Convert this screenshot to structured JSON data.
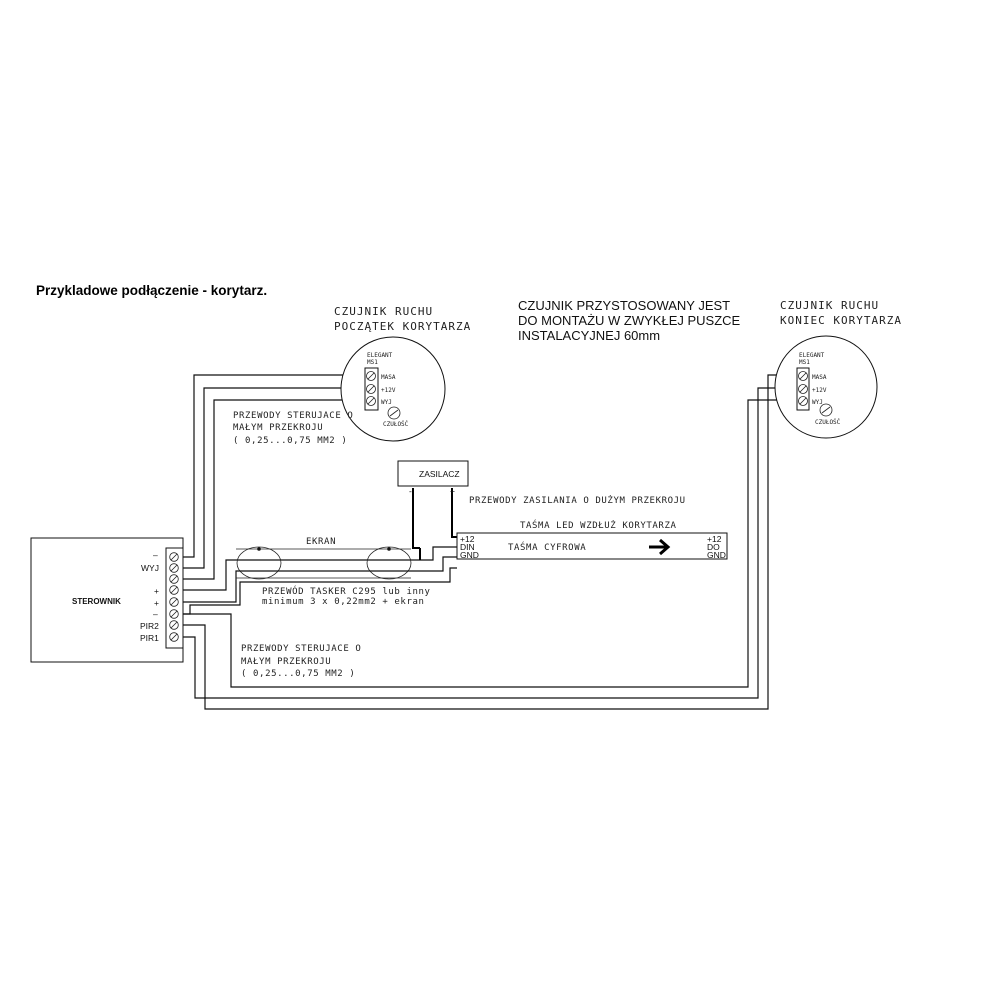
{
  "title": "Przykladowe podłączenie - korytarz.",
  "note": {
    "line1": "CZUJNIK PRZYSTOSOWANY JEST",
    "line2": "DO MONTAŻU W ZWYKŁEJ PUSZCE",
    "line3": "INSTALACYJNEJ 60mm"
  },
  "sensor_start": {
    "label1": "CZUJNIK RUCHU",
    "label2": "POCZĄTEK KORYTARZA",
    "brand": "ELEGANT",
    "model": "MS1",
    "pins": [
      "MASA",
      "+12V",
      "WYJ"
    ],
    "sensitivity": "CZUŁOŚĆ"
  },
  "sensor_end": {
    "label1": "CZUJNIK RUCHU",
    "label2": "KONIEC KORYTARZA",
    "brand": "ELEGANT",
    "model": "MS1",
    "pins": [
      "MASA",
      "+12V",
      "WYJ"
    ],
    "sensitivity": "CZUŁOŚĆ"
  },
  "wires_top": {
    "line1": "PRZEWODY STERUJACE O",
    "line2": "MAŁYM PRZEKROJU",
    "line3": "( 0,25...0,75 MM2 )"
  },
  "wires_bottom": {
    "line1": "PRZEWODY STERUJACE O",
    "line2": "MAŁYM PRZEKROJU",
    "line3": "( 0,25...0,75 MM2 )"
  },
  "power_supply": {
    "label": "ZASILACZ",
    "minus": "-",
    "plus": "+",
    "wire_note": "PRZEWODY ZASILANIA O DUŻYM PRZEKROJU"
  },
  "controller": {
    "label": "STEROWNIK",
    "terminals": [
      "–",
      "WYJ",
      "",
      "+",
      "+",
      "–",
      "PIR2",
      "PIR1"
    ]
  },
  "shield": "EKRAN",
  "cable": {
    "line1": "PRZEWÓD TASKER C295 lub inny",
    "line2": "minimum 3 x 0,22mm2 + ekran"
  },
  "led_strip": {
    "title": "TAŚMA LED WZDŁUŻ KORYTARZA",
    "label": "TAŚMA CYFROWA",
    "in_pins": [
      "+12",
      "DIN",
      "GND"
    ],
    "out_pins": [
      "+12",
      "DO",
      "GND"
    ]
  }
}
